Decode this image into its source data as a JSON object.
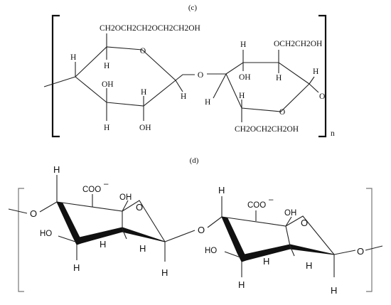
{
  "panel_c": {
    "label": "(c)",
    "repeat": "n",
    "ring1": {
      "top_sub": "CH2OCH2CH2OCH2CH2OH",
      "ring_o": "O",
      "h_left": "H",
      "h_c5": "H",
      "oh_c3": "OH",
      "h_c3": "H",
      "h_c2": "H",
      "oh_c2": "OH",
      "h_c1": "H"
    },
    "bridge_o": "O",
    "ring2": {
      "h_top": "H",
      "top_sub": "OCH2CH2OH",
      "oh": "OH",
      "h_mid": "H",
      "h_right": "H",
      "h_left": "H",
      "h_low": "H",
      "ring_o": "O",
      "end_o": "O",
      "bottom_sub": "CH2OCH2CH2OH"
    }
  },
  "panel_d": {
    "label": "(d)",
    "ring1": {
      "h_top": "H",
      "coo": "COO",
      "charge": "–",
      "oh_top": "OH",
      "ring_o": "O",
      "left_o": "O",
      "ho": "HO",
      "h_in": "H",
      "h_right": "H",
      "h_bot": "H",
      "h_bot2": "H"
    },
    "bridge_o": "O",
    "ring2": {
      "h_top": "H",
      "coo": "COO",
      "charge": "–",
      "oh_top": "OH",
      "ring_o": "O",
      "ho": "HO",
      "h_in": "H",
      "h_right": "H",
      "h_bot": "H",
      "h_bot2": "H",
      "end_o": "O"
    }
  }
}
